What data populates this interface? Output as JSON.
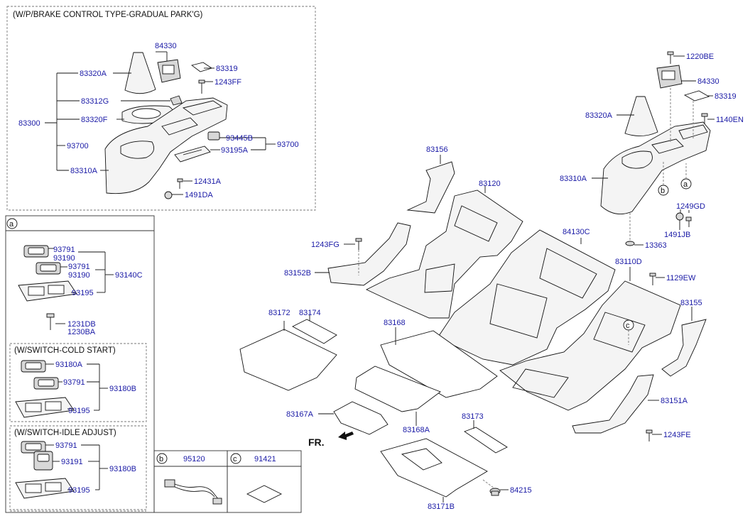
{
  "diagram": {
    "section_titles": {
      "gradual_parking": "(W/P/BRAKE CONTROL TYPE-GRADUAL PARK'G)",
      "cold_start": "(W/SWITCH-COLD START)",
      "idle_adjust": "(W/SWITCH-IDLE ADJUST)"
    },
    "callouts": {
      "a": "a",
      "b": "b",
      "c": "c"
    },
    "detail_b_part": "95120",
    "detail_c_part": "91421",
    "fr_label": "FR.",
    "labels": [
      {
        "id": "84330_tl",
        "text": "84330"
      },
      {
        "id": "83319_tl",
        "text": "83319"
      },
      {
        "id": "83320A_tl",
        "text": "83320A"
      },
      {
        "id": "1243FF",
        "text": "1243FF"
      },
      {
        "id": "83312G",
        "text": "83312G"
      },
      {
        "id": "83300",
        "text": "83300"
      },
      {
        "id": "83320F",
        "text": "83320F"
      },
      {
        "id": "93445B",
        "text": "93445B"
      },
      {
        "id": "93700_a",
        "text": "93700"
      },
      {
        "id": "93195A",
        "text": "93195A"
      },
      {
        "id": "93700_b",
        "text": "93700"
      },
      {
        "id": "83310A_tl",
        "text": "83310A"
      },
      {
        "id": "12431A",
        "text": "12431A"
      },
      {
        "id": "1491DA",
        "text": "1491DA"
      },
      {
        "id": "93791_a1",
        "text": "93791"
      },
      {
        "id": "93190_a1",
        "text": "93190"
      },
      {
        "id": "93791_a2",
        "text": "93791"
      },
      {
        "id": "93190_a2",
        "text": "93190"
      },
      {
        "id": "93140C",
        "text": "93140C"
      },
      {
        "id": "93195_a",
        "text": "93195"
      },
      {
        "id": "1231DB",
        "text": "1231DB"
      },
      {
        "id": "1230BA",
        "text": "1230BA"
      },
      {
        "id": "93180A",
        "text": "93180A"
      },
      {
        "id": "93791_c",
        "text": "93791"
      },
      {
        "id": "93180B_c",
        "text": "93180B"
      },
      {
        "id": "93195_c",
        "text": "93195"
      },
      {
        "id": "93791_i",
        "text": "93791"
      },
      {
        "id": "93191",
        "text": "93191"
      },
      {
        "id": "93180B_i",
        "text": "93180B"
      },
      {
        "id": "93195_i",
        "text": "93195"
      },
      {
        "id": "1220BE",
        "text": "1220BE"
      },
      {
        "id": "84330_r",
        "text": "84330"
      },
      {
        "id": "83319_r",
        "text": "83319"
      },
      {
        "id": "83320A_r",
        "text": "83320A"
      },
      {
        "id": "1140EN",
        "text": "1140EN"
      },
      {
        "id": "83310A_r",
        "text": "83310A"
      },
      {
        "id": "1249GD",
        "text": "1249GD"
      },
      {
        "id": "1491JB",
        "text": "1491JB"
      },
      {
        "id": "13363",
        "text": "13363"
      },
      {
        "id": "83156",
        "text": "83156"
      },
      {
        "id": "83120",
        "text": "83120"
      },
      {
        "id": "84130C",
        "text": "84130C"
      },
      {
        "id": "1243FG",
        "text": "1243FG"
      },
      {
        "id": "83152B",
        "text": "83152B"
      },
      {
        "id": "83110D",
        "text": "83110D"
      },
      {
        "id": "1129EW",
        "text": "1129EW"
      },
      {
        "id": "83155",
        "text": "83155"
      },
      {
        "id": "83172",
        "text": "83172"
      },
      {
        "id": "83174",
        "text": "83174"
      },
      {
        "id": "83168",
        "text": "83168"
      },
      {
        "id": "83151A",
        "text": "83151A"
      },
      {
        "id": "83167A",
        "text": "83167A"
      },
      {
        "id": "83168A",
        "text": "83168A"
      },
      {
        "id": "83173",
        "text": "83173"
      },
      {
        "id": "1243FE",
        "text": "1243FE"
      },
      {
        "id": "84215",
        "text": "84215"
      },
      {
        "id": "83171B",
        "text": "83171B"
      }
    ]
  }
}
